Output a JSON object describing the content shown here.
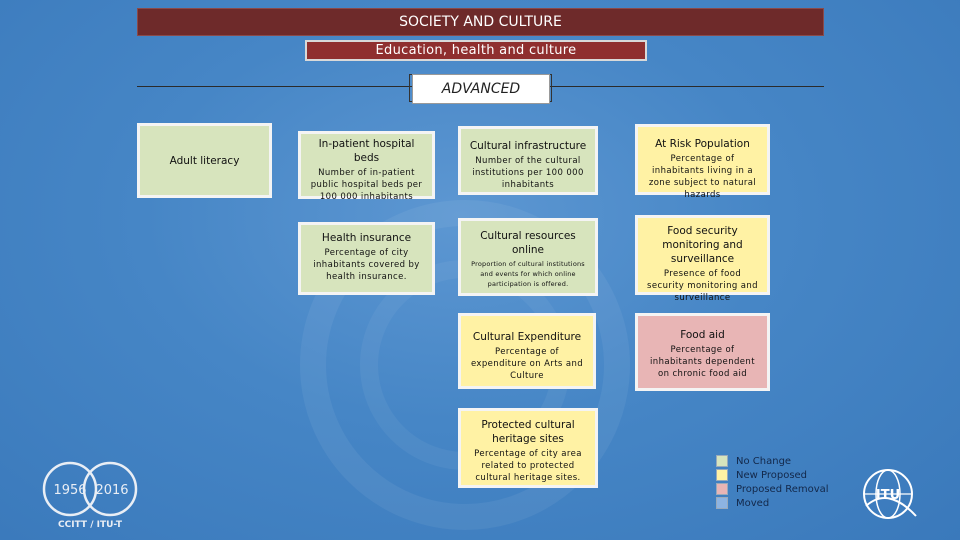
{
  "header": {
    "title": "SOCIETY AND CULTURE",
    "subtitle": "Education, health and culture",
    "level": "ADVANCED"
  },
  "boxes": {
    "adult_literacy": {
      "title": "Adult literacy"
    },
    "hospital_beds": {
      "title": "In-patient hospital beds",
      "desc": "Number of in-patient public hospital beds per 100 000 inhabitants"
    },
    "health_insurance": {
      "title": "Health insurance",
      "desc": "Percentage of city inhabitants covered by health insurance."
    },
    "cultural_infrastructure": {
      "title": "Cultural infrastructure",
      "desc": "Number of the cultural institutions per 100 000 inhabitants"
    },
    "cultural_resources": {
      "title": "Cultural resources online",
      "desc": "Proportion of cultural institutions and events for which online participation is offered."
    },
    "cultural_expenditure": {
      "title": "Cultural Expenditure",
      "desc": "Percentage of expenditure on Arts and Culture"
    },
    "protected_heritage": {
      "title": "Protected cultural heritage sites",
      "desc": "Percentage of city area related to protected cultural heritage sites."
    },
    "at_risk": {
      "title": "At Risk Population",
      "desc": "Percentage of inhabitants living in a zone subject to natural hazards"
    },
    "food_security": {
      "title": "Food security monitoring and surveillance",
      "desc": "Presence of food security monitoring and surveillance"
    },
    "food_aid": {
      "title": "Food aid",
      "desc": "Percentage of inhabitants dependent on chronic food aid"
    }
  },
  "legend": [
    {
      "label": "No Change",
      "color": "#d7e4bd"
    },
    {
      "label": "New Proposed",
      "color": "#fff2a4"
    },
    {
      "label": "Proposed Removal",
      "color": "#e8b5b5"
    },
    {
      "label": "Moved",
      "color": "#8db4e2"
    }
  ],
  "logos": {
    "anniversary": {
      "years_left": "1956",
      "years_right": "2016",
      "caption": "CCITT / ITU-T"
    },
    "itu": {
      "text": "ITU"
    }
  }
}
